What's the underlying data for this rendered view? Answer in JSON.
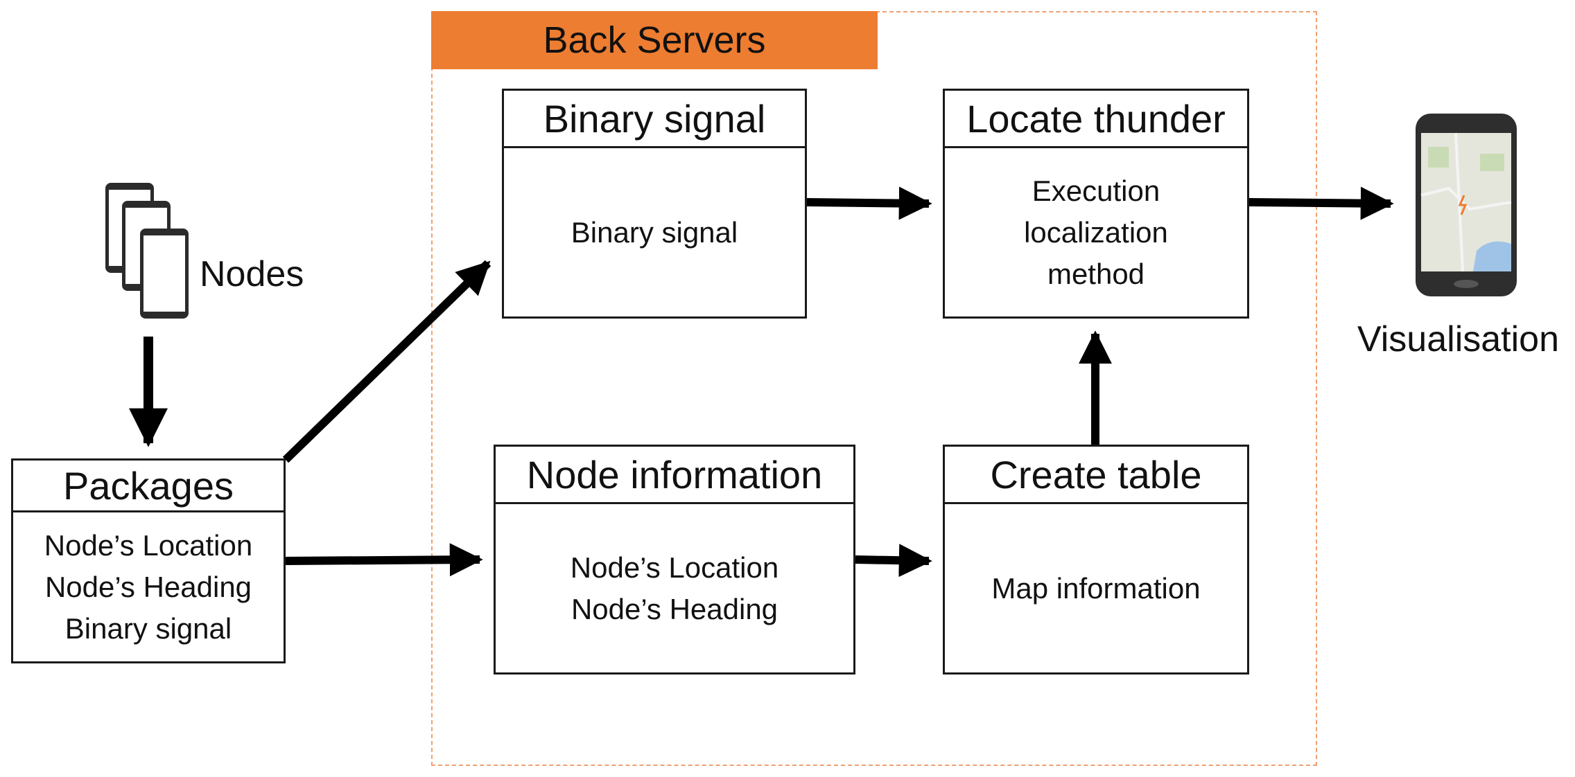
{
  "region": {
    "title": "Back Servers"
  },
  "nodes_label": "Nodes",
  "visualisation_label": "Visualisation",
  "packages": {
    "title": "Packages",
    "lines": [
      "Node’s Location",
      "Node’s Heading",
      "Binary signal"
    ]
  },
  "binary_signal": {
    "title": "Binary signal",
    "lines": [
      "Binary signal"
    ]
  },
  "node_information": {
    "title": "Node information",
    "lines": [
      "Node’s Location",
      "Node’s Heading"
    ]
  },
  "locate_thunder": {
    "title": "Locate thunder",
    "lines": [
      "Execution",
      "localization",
      "method"
    ]
  },
  "create_table": {
    "title": "Create table",
    "lines": [
      "Map information"
    ]
  },
  "colors": {
    "accent": "#ed7d31",
    "region_border": "#f0a070",
    "stroke": "#000000"
  },
  "icons": [
    "phones-icon",
    "smartphone-map-icon"
  ]
}
